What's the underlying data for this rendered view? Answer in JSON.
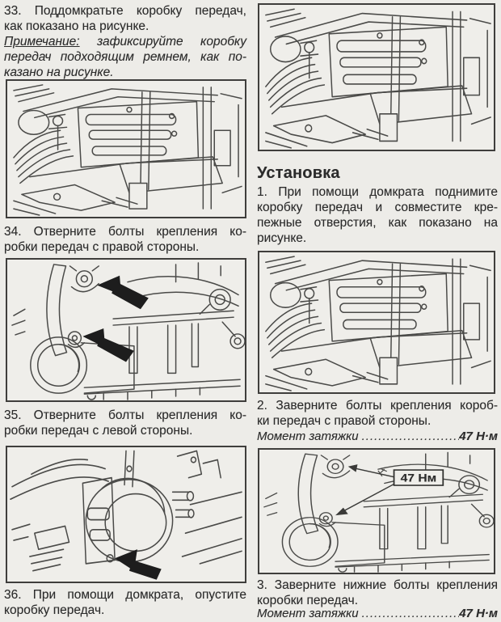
{
  "colors": {
    "paper": "#edece8",
    "ink": "#2b2b2b",
    "line_art": "#4a4a48",
    "arrow_fill": "#1d1d1d"
  },
  "left": {
    "step33_lines": [
      "33. Поддомкратьте коробку передач,",
      "как показано на рисунке."
    ],
    "note": {
      "label": "Примечание:",
      "line1_rest": "зафиксируйте коробку",
      "line2": "передач подходящим ремнем, как по-",
      "line3": "казано на рисунке."
    },
    "step34_lines": [
      "34. Отверните болты крепления ко-",
      "робки передач с правой стороны."
    ],
    "step35_lines": [
      "35. Отверните болты крепления ко-",
      "робки передач с левой стороны."
    ],
    "step36_lines": [
      "36. При помощи домкрата, опустите",
      "коробку передач."
    ]
  },
  "right": {
    "install_heading": "Установка",
    "step1_lines": [
      "1. При помощи домкрата поднимите",
      "коробку передач и совместите кре-",
      "пежные отверстия, как показано на",
      "рисунке."
    ],
    "step2_lines": [
      "2. Заверните болты крепления короб-",
      "ки передач с правой стороны."
    ],
    "torque1": {
      "label": "Момент затяжки",
      "dots": "........................",
      "value": "47 Н·м"
    },
    "step3_lines": [
      "3. Заверните нижние болты крепления",
      "коробки передач."
    ],
    "torque2": {
      "label": "Момент затяжки",
      "dots": "........................",
      "value": "47 Н·м"
    },
    "figure6_callout": "47 Нм"
  }
}
